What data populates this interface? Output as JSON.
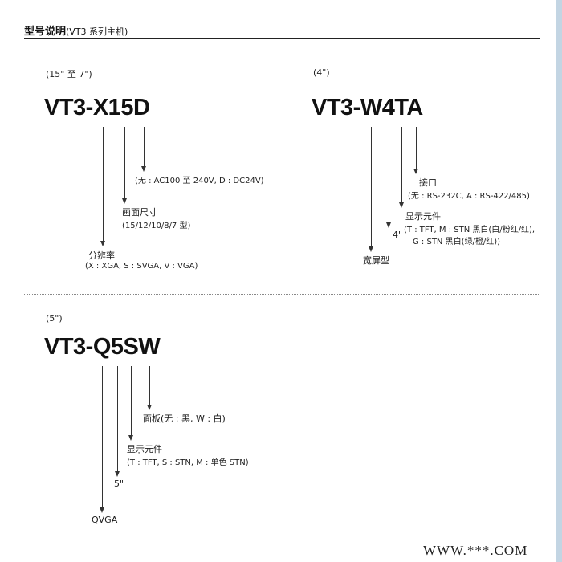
{
  "header": {
    "title": "型号说明",
    "subtitle": "(VT3 系列主机)"
  },
  "blocks": [
    {
      "size_note": "(15\" 至 7\")",
      "model": "VT3-X15D",
      "annotations": [
        {
          "detail": "(无 : AC100 至 240V, D : DC24V)"
        },
        {
          "label": "画面尺寸",
          "detail": "(15/12/10/8/7 型)"
        },
        {
          "label": "分辨率",
          "detail": "(X : XGA, S : SVGA, V : VGA)"
        }
      ]
    },
    {
      "size_note": "(4\")",
      "model": "VT3-W4TA",
      "annotations": [
        {
          "label": "接口",
          "detail": "(无 : RS-232C, A : RS-422/485)"
        },
        {
          "label": "显示元件",
          "detail": "(T : TFT, M : STN 黑白(白/粉红/红),",
          "detail2": "G : STN 黑白(绿/橙/红))"
        },
        {
          "label": "4\""
        },
        {
          "label": "宽屏型"
        }
      ]
    },
    {
      "size_note": "(5\")",
      "model": "VT3-Q5SW",
      "annotations": [
        {
          "label": "面板(无 : 黑, W : 白)"
        },
        {
          "label": "显示元件",
          "detail": "(T : TFT, S : STN, M : 单色 STN)"
        },
        {
          "label": "5\""
        },
        {
          "label": "QVGA"
        }
      ]
    }
  ],
  "watermark": "WWW.***.COM"
}
